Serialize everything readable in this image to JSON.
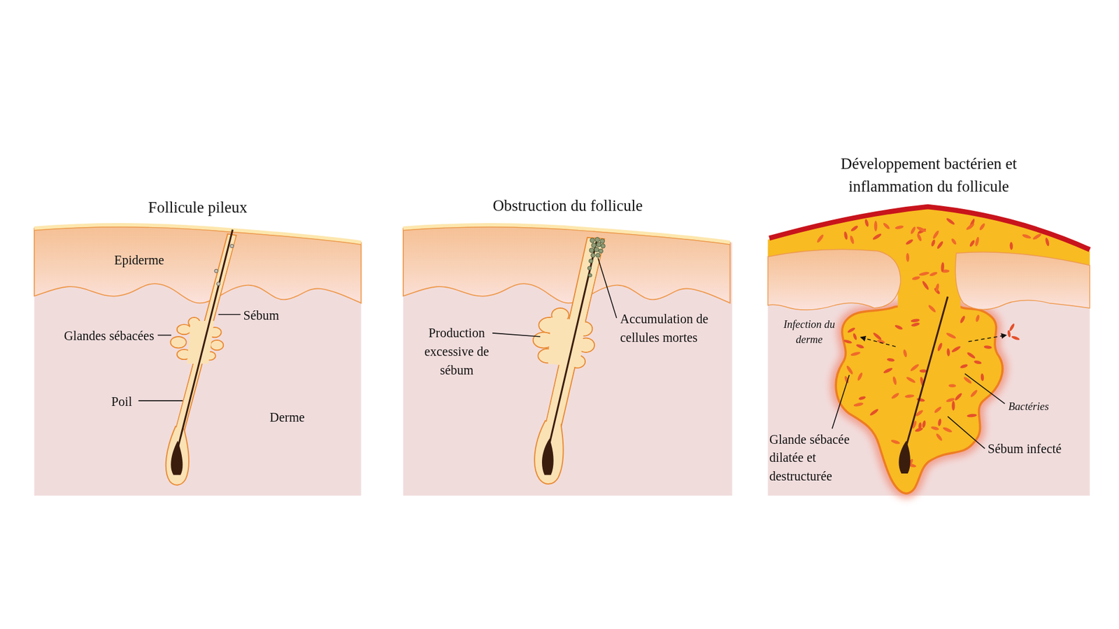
{
  "diagram": {
    "nodes": [
      {
        "text": [
          "Follicule pileux"
        ]
      },
      {
        "text": [
          "Obstruction du follicule"
        ]
      },
      {
        "text": [
          "Développement bactérien et inflammation du follicule"
        ]
      }
    ],
    "labels": [
      "Epiderme",
      "Sébum",
      "Glandes sébacées",
      "Poil",
      "Derme",
      "Production excessive de sébum",
      "Accumulation de cellules mortes",
      "Infection du derme",
      "Bactéries",
      "Glande sébacée dilatée et destructurée",
      "Sébum infecté"
    ]
  }
}
